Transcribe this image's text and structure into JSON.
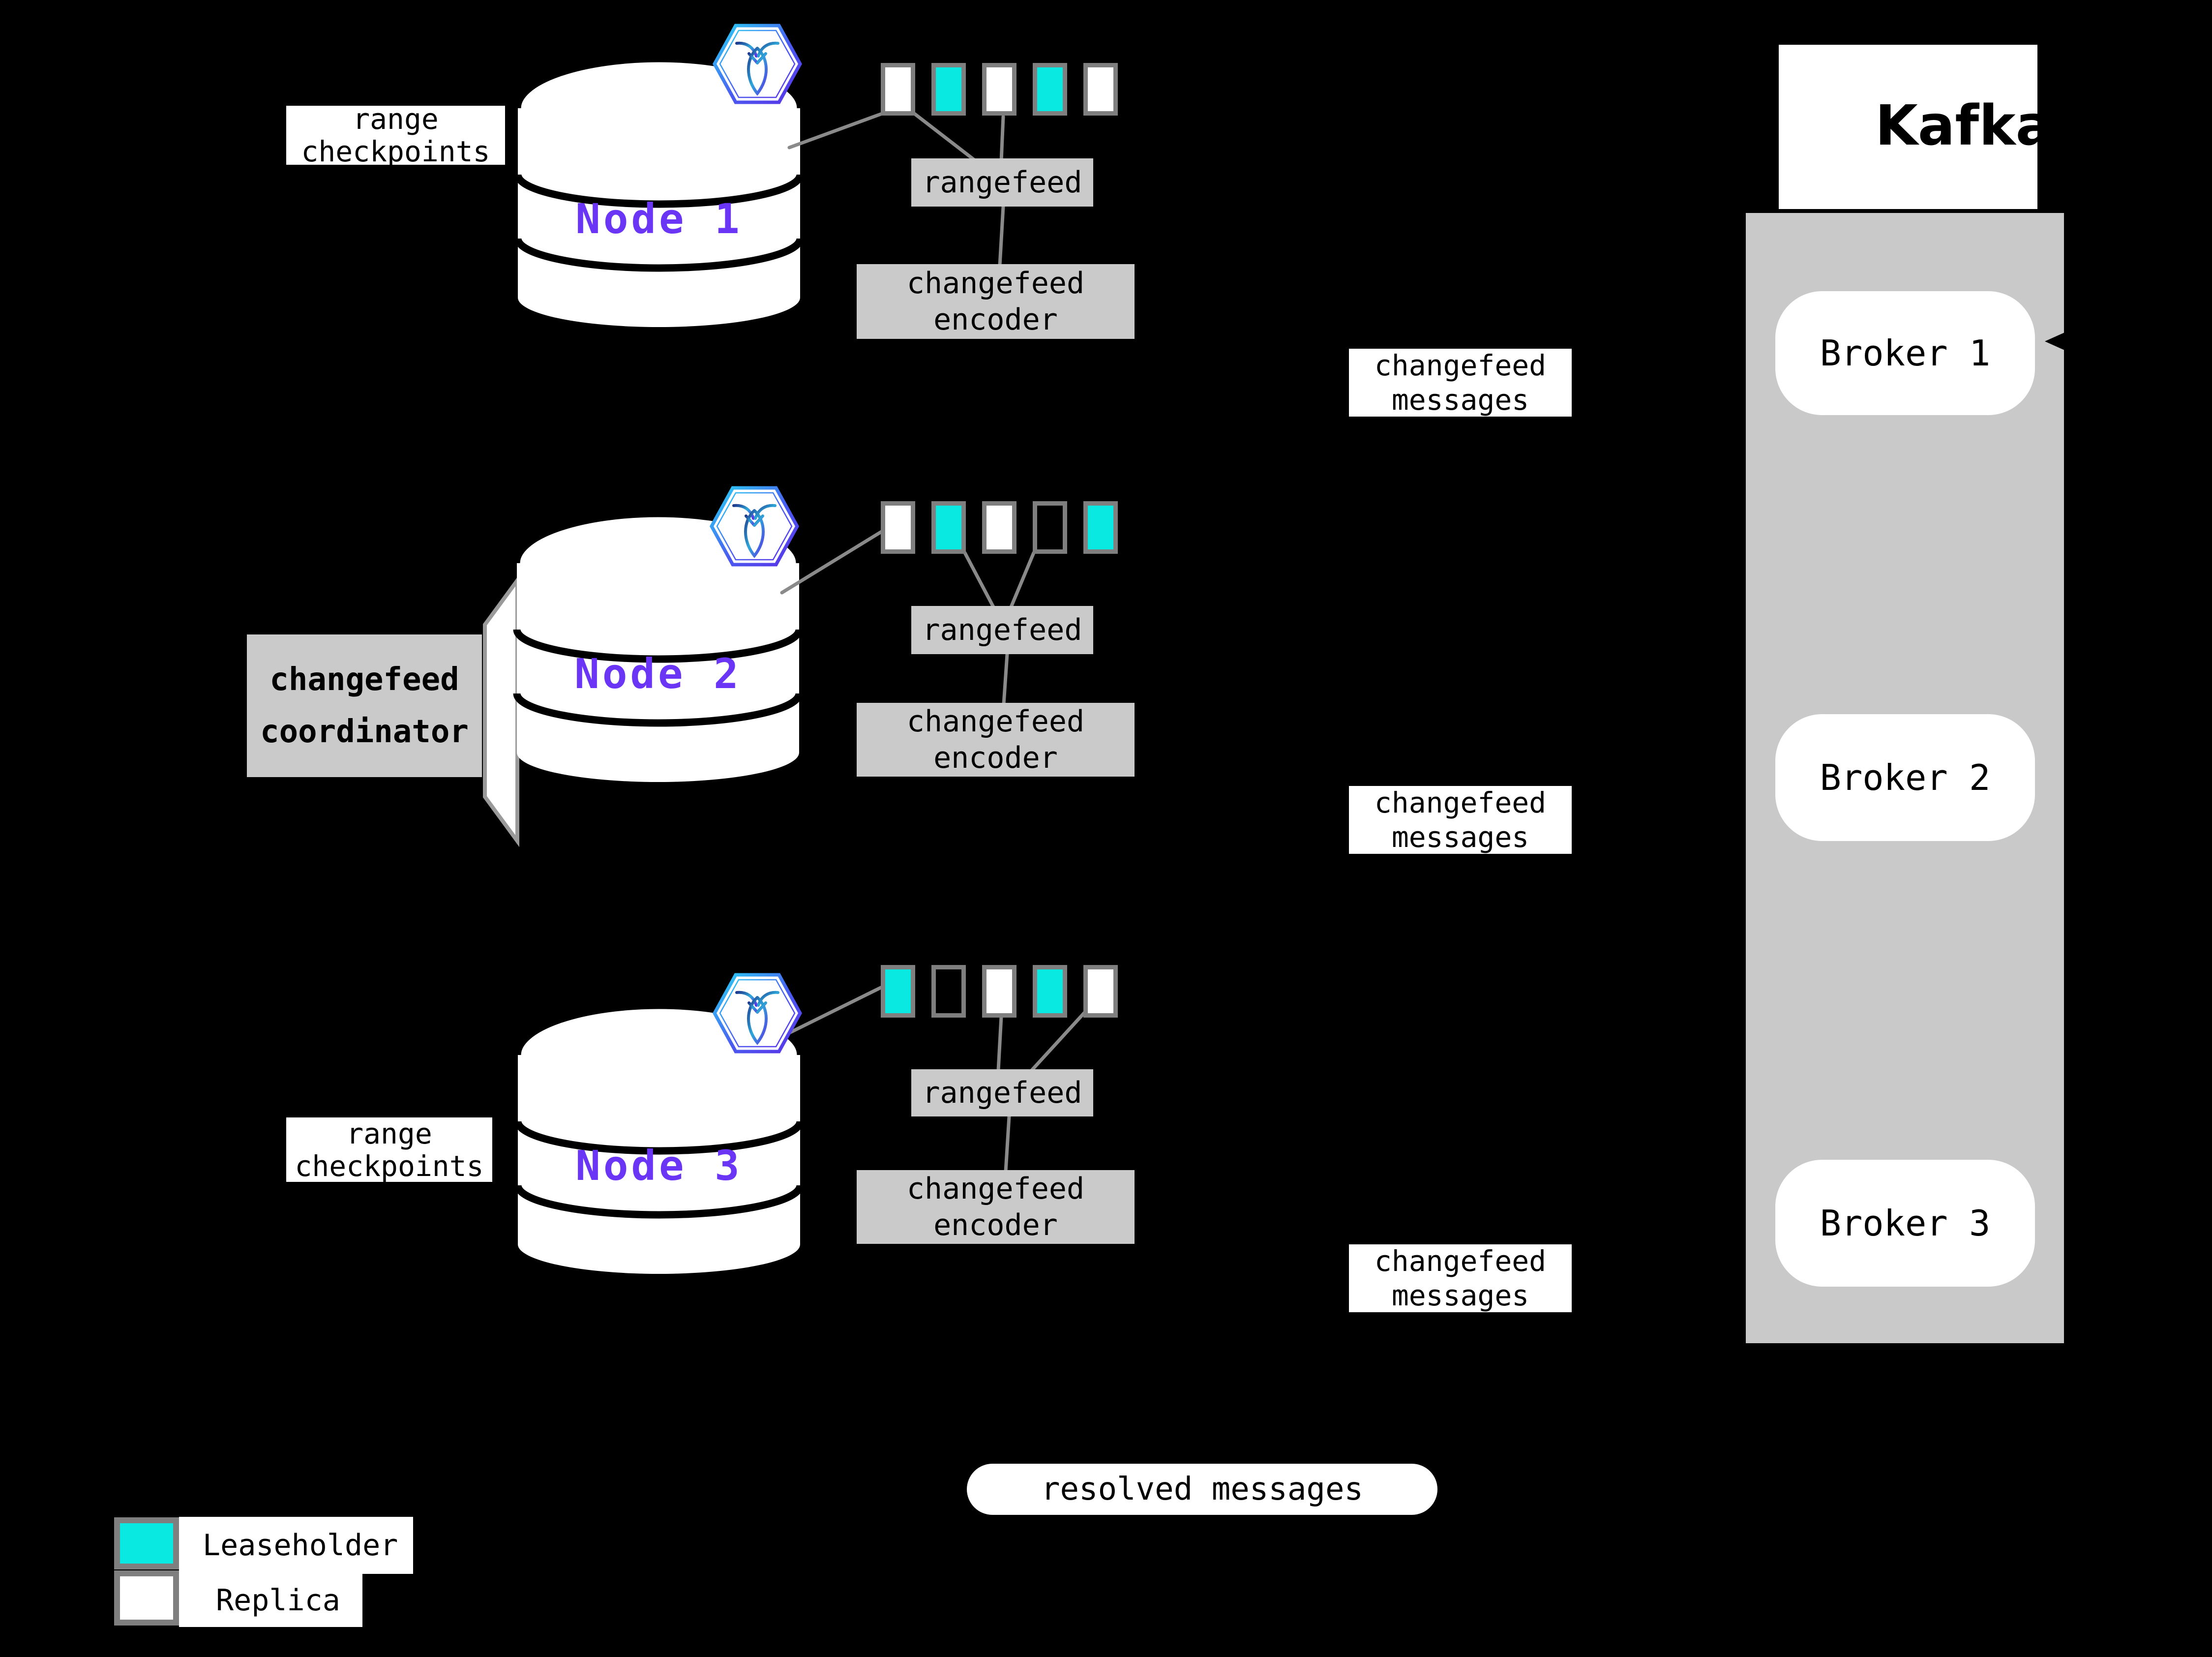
{
  "colors": {
    "background": "#000000",
    "white": "#ffffff",
    "leaseholder_cyan": "#0ae9e1",
    "box_gray": "#cacaca",
    "container_gray": "#c9c9c9",
    "range_border_gray": "#7f7f7f",
    "line_gray": "#8a8a8a",
    "node_purple": "#6a35f5",
    "hex_gradient_start": "#29d6f5",
    "hex_gradient_end": "#5a31e8"
  },
  "checkpoints": {
    "top": {
      "line1": "range",
      "line2": "checkpoints"
    },
    "bottom": {
      "line1": "range",
      "line2": "checkpoints"
    }
  },
  "coordinator": {
    "line1": "changefeed",
    "line2": "coordinator"
  },
  "nodes": [
    {
      "label": "Node 1",
      "rangefeed": "rangefeed",
      "encoder": {
        "line1": "changefeed",
        "line2": "encoder"
      },
      "ranges": [
        "replica",
        "leaseholder",
        "replica",
        "leaseholder",
        "replica"
      ]
    },
    {
      "label": "Node 2",
      "rangefeed": "rangefeed",
      "encoder": {
        "line1": "changefeed",
        "line2": "encoder"
      },
      "ranges": [
        "replica",
        "leaseholder",
        "replica",
        "empty",
        "leaseholder"
      ]
    },
    {
      "label": "Node 3",
      "rangefeed": "rangefeed",
      "encoder": {
        "line1": "changefeed",
        "line2": "encoder"
      },
      "ranges": [
        "leaseholder",
        "empty",
        "replica",
        "leaseholder",
        "replica"
      ]
    }
  ],
  "messages": [
    {
      "line1": "changefeed",
      "line2": "messages"
    },
    {
      "line1": "changefeed",
      "line2": "messages"
    },
    {
      "line1": "changefeed",
      "line2": "messages"
    }
  ],
  "resolved_messages": "resolved messages",
  "kafka": {
    "brand": "Kafka",
    "brokers": [
      {
        "label": "Broker 1"
      },
      {
        "label": "Broker 2"
      },
      {
        "label": "Broker 3"
      }
    ]
  },
  "legend": {
    "items": [
      {
        "type": "leaseholder",
        "label": "Leaseholder"
      },
      {
        "type": "replica",
        "label": "Replica"
      }
    ]
  }
}
